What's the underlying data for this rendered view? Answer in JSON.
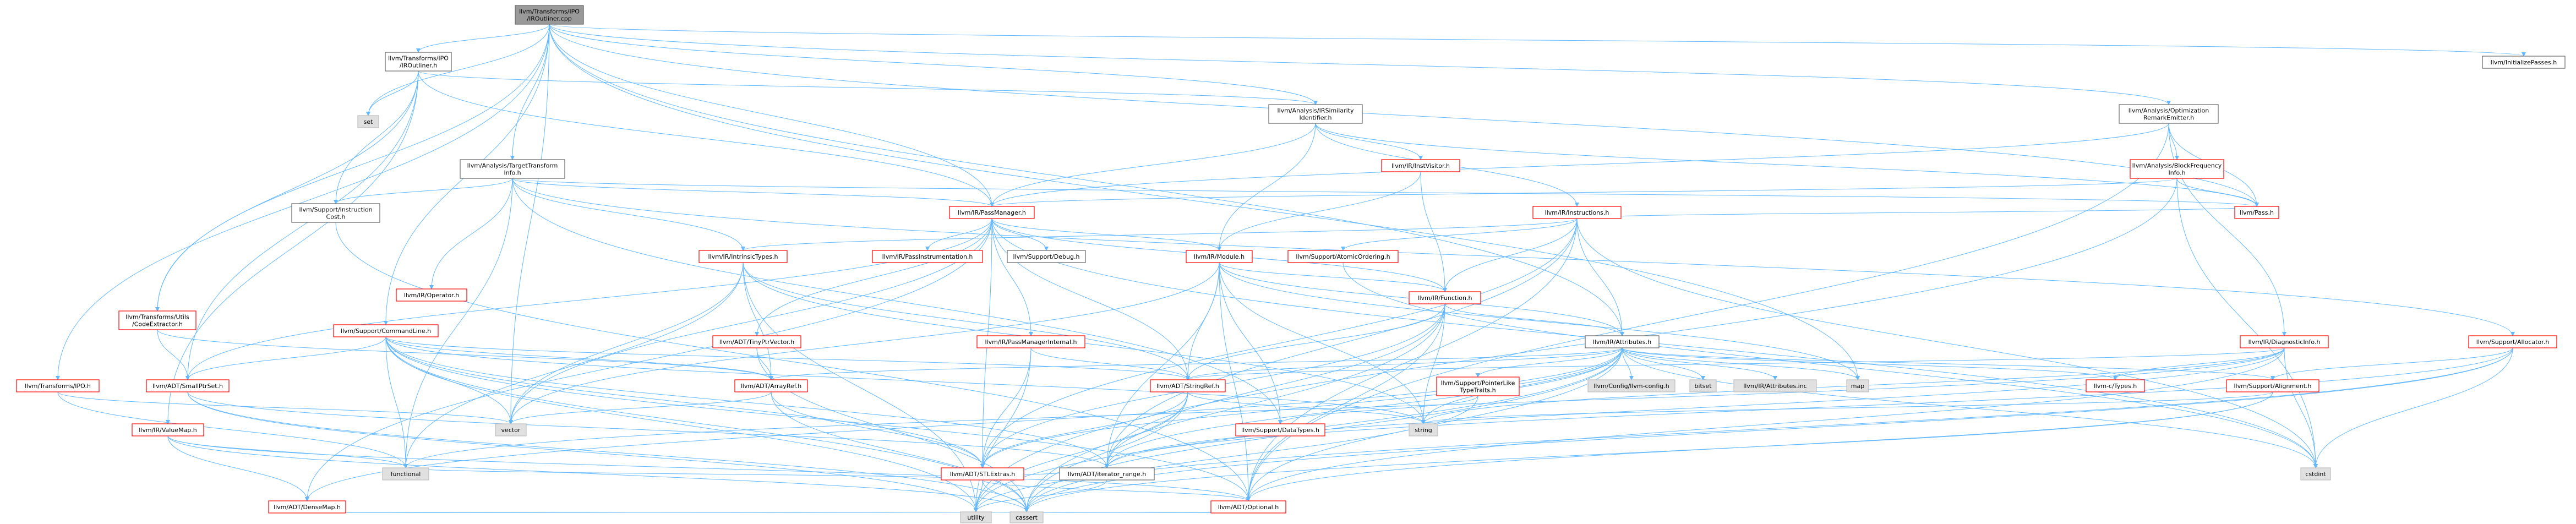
{
  "colors": {
    "edge": "#63b8ff",
    "root_fill": "#999999",
    "node_fill": "#ffffff",
    "border_normal": "#666666",
    "border_truncated": "#ff0000",
    "node_grey_fill": "#e0e0e0",
    "text": "#000000"
  },
  "nodes": [
    {
      "id": "root",
      "lines": [
        "llvm/Transforms/IPO",
        "/IROutliner.cpp"
      ],
      "kind": "root"
    },
    {
      "id": "iroutliner_h",
      "lines": [
        "llvm/Transforms/IPO",
        "/IROutliner.h"
      ],
      "kind": "normal"
    },
    {
      "id": "initpasses",
      "lines": [
        "llvm/InitializePasses.h"
      ],
      "kind": "normal"
    },
    {
      "id": "set",
      "lines": [
        "set"
      ],
      "kind": "grey"
    },
    {
      "id": "irsim",
      "lines": [
        "llvm/Analysis/IRSimilarity",
        "Identifier.h"
      ],
      "kind": "normal"
    },
    {
      "id": "optremark",
      "lines": [
        "llvm/Analysis/Optimization",
        "RemarkEmitter.h"
      ],
      "kind": "normal"
    },
    {
      "id": "tti",
      "lines": [
        "llvm/Analysis/TargetTransform",
        "Info.h"
      ],
      "kind": "normal"
    },
    {
      "id": "instvisitor",
      "lines": [
        "llvm/IR/InstVisitor.h"
      ],
      "kind": "truncated"
    },
    {
      "id": "blockfreq",
      "lines": [
        "llvm/Analysis/BlockFrequency",
        "Info.h"
      ],
      "kind": "truncated"
    },
    {
      "id": "instrcost",
      "lines": [
        "llvm/Support/Instruction",
        "Cost.h"
      ],
      "kind": "normal"
    },
    {
      "id": "passmanager",
      "lines": [
        "llvm/IR/PassManager.h"
      ],
      "kind": "truncated"
    },
    {
      "id": "instructions",
      "lines": [
        "llvm/IR/Instructions.h"
      ],
      "kind": "truncated"
    },
    {
      "id": "pass",
      "lines": [
        "llvm/Pass.h"
      ],
      "kind": "truncated"
    },
    {
      "id": "intrinsictypes",
      "lines": [
        "llvm/IR/IntrinsicTypes.h"
      ],
      "kind": "truncated"
    },
    {
      "id": "passinstr",
      "lines": [
        "llvm/IR/PassInstrumentation.h"
      ],
      "kind": "truncated"
    },
    {
      "id": "debug",
      "lines": [
        "llvm/Support/Debug.h"
      ],
      "kind": "normal"
    },
    {
      "id": "module",
      "lines": [
        "llvm/IR/Module.h"
      ],
      "kind": "truncated"
    },
    {
      "id": "atomicordering",
      "lines": [
        "llvm/Support/AtomicOrdering.h"
      ],
      "kind": "truncated"
    },
    {
      "id": "operator",
      "lines": [
        "llvm/IR/Operator.h"
      ],
      "kind": "truncated"
    },
    {
      "id": "function",
      "lines": [
        "llvm/IR/Function.h"
      ],
      "kind": "truncated"
    },
    {
      "id": "codeextractor",
      "lines": [
        "llvm/Transforms/Utils",
        "/CodeExtractor.h"
      ],
      "kind": "truncated"
    },
    {
      "id": "commandline",
      "lines": [
        "llvm/Support/CommandLine.h"
      ],
      "kind": "truncated"
    },
    {
      "id": "tinyptrvector",
      "lines": [
        "llvm/ADT/TinyPtrVector.h"
      ],
      "kind": "truncated"
    },
    {
      "id": "pminternal",
      "lines": [
        "llvm/IR/PassManagerInternal.h"
      ],
      "kind": "truncated"
    },
    {
      "id": "attributes",
      "lines": [
        "llvm/IR/Attributes.h"
      ],
      "kind": "normal"
    },
    {
      "id": "diaginfo",
      "lines": [
        "llvm/IR/DiagnosticInfo.h"
      ],
      "kind": "truncated"
    },
    {
      "id": "allocator",
      "lines": [
        "llvm/Support/Allocator.h"
      ],
      "kind": "truncated"
    },
    {
      "id": "ipo",
      "lines": [
        "llvm/Transforms/IPO.h"
      ],
      "kind": "truncated"
    },
    {
      "id": "smallptrset",
      "lines": [
        "llvm/ADT/SmallPtrSet.h"
      ],
      "kind": "truncated"
    },
    {
      "id": "arrayref",
      "lines": [
        "llvm/ADT/ArrayRef.h"
      ],
      "kind": "truncated"
    },
    {
      "id": "stringref",
      "lines": [
        "llvm/ADT/StringRef.h"
      ],
      "kind": "truncated"
    },
    {
      "id": "ptrliketypetraits",
      "lines": [
        "llvm/Support/PointerLike",
        "TypeTraits.h"
      ],
      "kind": "truncated"
    },
    {
      "id": "configllvm",
      "lines": [
        "llvm/Config/llvm-config.h"
      ],
      "kind": "grey"
    },
    {
      "id": "bitset",
      "lines": [
        "bitset"
      ],
      "kind": "grey"
    },
    {
      "id": "attributesinc",
      "lines": [
        "llvm/IR/Attributes.inc"
      ],
      "kind": "grey"
    },
    {
      "id": "map",
      "lines": [
        "map"
      ],
      "kind": "grey"
    },
    {
      "id": "ctypes",
      "lines": [
        "llvm-c/Types.h"
      ],
      "kind": "truncated"
    },
    {
      "id": "alignment",
      "lines": [
        "llvm/Support/Alignment.h"
      ],
      "kind": "truncated"
    },
    {
      "id": "valuemap",
      "lines": [
        "llvm/IR/ValueMap.h"
      ],
      "kind": "truncated"
    },
    {
      "id": "vector",
      "lines": [
        "vector"
      ],
      "kind": "grey"
    },
    {
      "id": "datatypes",
      "lines": [
        "llvm/Support/DataTypes.h"
      ],
      "kind": "truncated"
    },
    {
      "id": "string",
      "lines": [
        "string"
      ],
      "kind": "grey"
    },
    {
      "id": "stlextras",
      "lines": [
        "llvm/ADT/STLExtras.h"
      ],
      "kind": "truncated"
    },
    {
      "id": "functional",
      "lines": [
        "functional"
      ],
      "kind": "grey"
    },
    {
      "id": "iteratorrange",
      "lines": [
        "llvm/ADT/iterator_range.h"
      ],
      "kind": "normal"
    },
    {
      "id": "densemap",
      "lines": [
        "llvm/ADT/DenseMap.h"
      ],
      "kind": "truncated"
    },
    {
      "id": "optional",
      "lines": [
        "llvm/ADT/Optional.h"
      ],
      "kind": "truncated"
    },
    {
      "id": "cstdint",
      "lines": [
        "cstdint"
      ],
      "kind": "grey"
    },
    {
      "id": "utility",
      "lines": [
        "utility"
      ],
      "kind": "grey"
    },
    {
      "id": "cassert",
      "lines": [
        "cassert"
      ],
      "kind": "grey"
    }
  ],
  "edges": [
    [
      "root",
      "iroutliner_h"
    ],
    [
      "root",
      "initpasses"
    ],
    [
      "root",
      "set"
    ],
    [
      "root",
      "irsim"
    ],
    [
      "root",
      "optremark"
    ],
    [
      "root",
      "tti"
    ],
    [
      "root",
      "passmanager"
    ],
    [
      "root",
      "pass"
    ],
    [
      "root",
      "commandline"
    ],
    [
      "root",
      "ipo"
    ],
    [
      "root",
      "attributes"
    ],
    [
      "root",
      "map"
    ],
    [
      "root",
      "vector"
    ],
    [
      "root",
      "codeextractor"
    ],
    [
      "iroutliner_h",
      "set"
    ],
    [
      "iroutliner_h",
      "irsim"
    ],
    [
      "iroutliner_h",
      "passmanager"
    ],
    [
      "iroutliner_h",
      "instrcost"
    ],
    [
      "iroutliner_h",
      "valuemap"
    ],
    [
      "iroutliner_h",
      "codeextractor"
    ],
    [
      "iroutliner_h",
      "smallptrset"
    ],
    [
      "irsim",
      "instvisitor"
    ],
    [
      "irsim",
      "instructions"
    ],
    [
      "irsim",
      "passmanager"
    ],
    [
      "irsim",
      "module"
    ],
    [
      "irsim",
      "pass"
    ],
    [
      "optremark",
      "blockfreq"
    ],
    [
      "optremark",
      "diaginfo"
    ],
    [
      "optremark",
      "passmanager"
    ],
    [
      "optremark",
      "pass"
    ],
    [
      "optremark",
      "optional"
    ],
    [
      "blockfreq",
      "passmanager"
    ],
    [
      "blockfreq",
      "pass"
    ],
    [
      "blockfreq",
      "cstdint"
    ],
    [
      "blockfreq",
      "utility"
    ],
    [
      "tti",
      "passmanager"
    ],
    [
      "tti",
      "pass"
    ],
    [
      "tti",
      "instrcost"
    ],
    [
      "tti",
      "operator"
    ],
    [
      "tti",
      "intrinsictypes"
    ],
    [
      "tti",
      "functional"
    ],
    [
      "tti",
      "allocator"
    ],
    [
      "tti",
      "datatypes"
    ],
    [
      "instvisitor",
      "module"
    ],
    [
      "instvisitor",
      "function"
    ],
    [
      "instrcost",
      "optional"
    ],
    [
      "passmanager",
      "passinstr"
    ],
    [
      "passmanager",
      "debug"
    ],
    [
      "passmanager",
      "module"
    ],
    [
      "passmanager",
      "function"
    ],
    [
      "passmanager",
      "pminternal"
    ],
    [
      "passmanager",
      "tinyptrvector"
    ],
    [
      "passmanager",
      "stringref"
    ],
    [
      "passmanager",
      "stlextras"
    ],
    [
      "passmanager",
      "smallptrset"
    ],
    [
      "passmanager",
      "densemap"
    ],
    [
      "passmanager",
      "vector"
    ],
    [
      "passmanager",
      "list"
    ],
    [
      "passmanager",
      "cstdint"
    ],
    [
      "instructions",
      "atomicordering"
    ],
    [
      "instructions",
      "function"
    ],
    [
      "instructions",
      "attributes"
    ],
    [
      "instructions",
      "intrinsictypes"
    ],
    [
      "instructions",
      "pass"
    ],
    [
      "instructions",
      "optional"
    ],
    [
      "instructions",
      "stlextras"
    ],
    [
      "instructions",
      "iteratorrange"
    ],
    [
      "instructions",
      "cstdint"
    ],
    [
      "intrinsictypes",
      "arrayref"
    ],
    [
      "intrinsictypes",
      "stringref"
    ],
    [
      "intrinsictypes",
      "string"
    ],
    [
      "intrinsictypes",
      "vector"
    ],
    [
      "intrinsictypes",
      "functional"
    ],
    [
      "intrinsictypes",
      "utility"
    ],
    [
      "module",
      "function"
    ],
    [
      "module",
      "attributes"
    ],
    [
      "module",
      "stringref"
    ],
    [
      "module",
      "iteratorrange"
    ],
    [
      "module",
      "optional"
    ],
    [
      "module",
      "datatypes"
    ],
    [
      "module",
      "string"
    ],
    [
      "module",
      "vector"
    ],
    [
      "module",
      "map"
    ],
    [
      "atomicordering",
      "cstdint"
    ],
    [
      "function",
      "attributes"
    ],
    [
      "function",
      "stringref"
    ],
    [
      "function",
      "stlextras"
    ],
    [
      "function",
      "iteratorrange"
    ],
    [
      "function",
      "optional"
    ],
    [
      "function",
      "string"
    ],
    [
      "function",
      "cassert"
    ],
    [
      "codeextractor",
      "smallptrset"
    ],
    [
      "codeextractor",
      "arrayref"
    ],
    [
      "commandline",
      "arrayref"
    ],
    [
      "commandline",
      "stringref"
    ],
    [
      "commandline",
      "stlextras"
    ],
    [
      "commandline",
      "iteratorrange"
    ],
    [
      "commandline",
      "optional"
    ],
    [
      "commandline",
      "smallptrset"
    ],
    [
      "commandline",
      "functional"
    ],
    [
      "commandline",
      "vector"
    ],
    [
      "commandline",
      "string"
    ],
    [
      "commandline",
      "cassert"
    ],
    [
      "commandline",
      "utility"
    ],
    [
      "tinyptrvector",
      "arrayref"
    ],
    [
      "tinyptrvector",
      "cassert"
    ],
    [
      "pminternal",
      "stlextras"
    ],
    [
      "pminternal",
      "stringref"
    ],
    [
      "pminternal",
      "utility"
    ],
    [
      "attributes",
      "arrayref"
    ],
    [
      "attributes",
      "stringref"
    ],
    [
      "attributes",
      "ptrliketypetraits"
    ],
    [
      "attributes",
      "configllvm"
    ],
    [
      "attributes",
      "bitset"
    ],
    [
      "attributes",
      "attributesinc"
    ],
    [
      "attributes",
      "map"
    ],
    [
      "attributes",
      "ctypes"
    ],
    [
      "attributes",
      "alignment"
    ],
    [
      "attributes",
      "optional"
    ],
    [
      "attributes",
      "iteratorrange"
    ],
    [
      "attributes",
      "string"
    ],
    [
      "attributes",
      "utility"
    ],
    [
      "attributes",
      "cassert"
    ],
    [
      "attributes",
      "cstdint"
    ],
    [
      "attributes",
      "stlextras"
    ],
    [
      "attributes",
      "densemap"
    ],
    [
      "diaginfo",
      "ctypes"
    ],
    [
      "diaginfo",
      "stringref"
    ],
    [
      "diaginfo",
      "optional"
    ],
    [
      "diaginfo",
      "functional"
    ],
    [
      "diaginfo",
      "iteratorrange"
    ],
    [
      "diaginfo",
      "string"
    ],
    [
      "diaginfo",
      "cstdint"
    ],
    [
      "allocator",
      "alignment"
    ],
    [
      "allocator",
      "cstdint"
    ],
    [
      "allocator",
      "cassert"
    ],
    [
      "allocator",
      "utility"
    ],
    [
      "allocator",
      "iteratorrange"
    ],
    [
      "ipo",
      "functional"
    ],
    [
      "ipo",
      "vector"
    ],
    [
      "smallptrset",
      "cassert"
    ],
    [
      "smallptrset",
      "utility"
    ],
    [
      "smallptrset",
      "iteratorrange"
    ],
    [
      "arrayref",
      "stlextras"
    ],
    [
      "arrayref",
      "vector"
    ],
    [
      "arrayref",
      "cassert"
    ],
    [
      "stringref",
      "stlextras"
    ],
    [
      "stringref",
      "iteratorrange"
    ],
    [
      "stringref",
      "string"
    ],
    [
      "stringref",
      "utility"
    ],
    [
      "stringref",
      "cassert"
    ],
    [
      "ptrliketypetraits",
      "datatypes"
    ],
    [
      "ptrliketypetraits",
      "cassert"
    ],
    [
      "alignment",
      "optional"
    ],
    [
      "alignment",
      "cassert"
    ],
    [
      "alignment",
      "string"
    ],
    [
      "valuemap",
      "densemap"
    ],
    [
      "valuemap",
      "optional"
    ],
    [
      "valuemap",
      "functional"
    ],
    [
      "valuemap",
      "cassert"
    ],
    [
      "stlextras",
      "iteratorrange"
    ],
    [
      "stlextras",
      "optional"
    ],
    [
      "stlextras",
      "functional"
    ],
    [
      "stlextras",
      "utility"
    ],
    [
      "stlextras",
      "cassert"
    ],
    [
      "densemap",
      "utility"
    ],
    [
      "densemap",
      "cassert"
    ],
    [
      "optional",
      "utility"
    ],
    [
      "optional",
      "cassert"
    ],
    [
      "iteratorrange",
      "utility"
    ]
  ]
}
